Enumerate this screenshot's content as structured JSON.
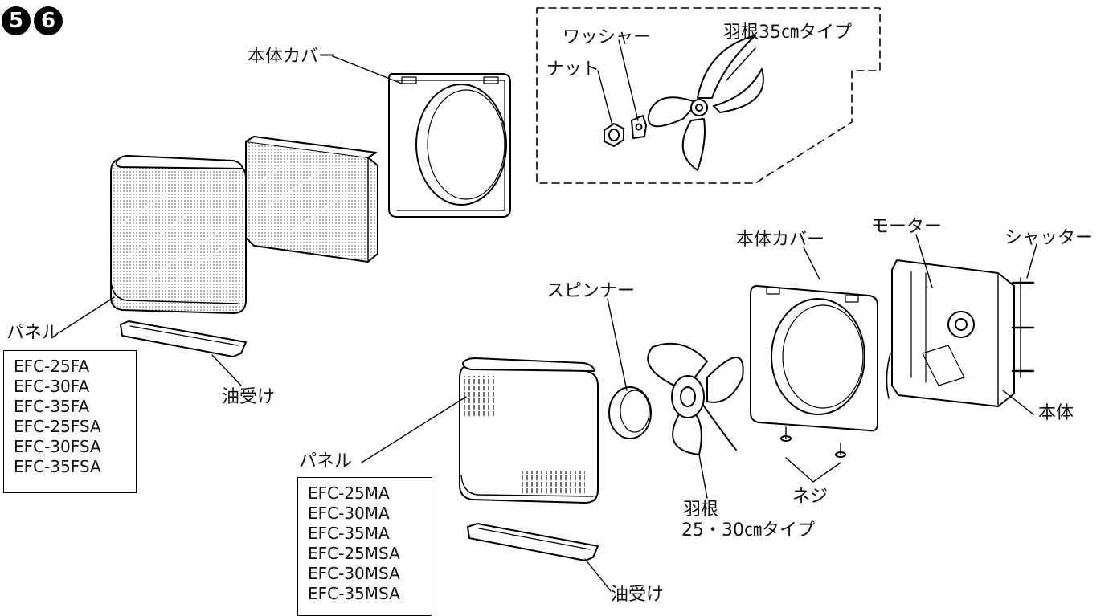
{
  "steps": [
    "5",
    "6"
  ],
  "labels": {
    "cover_top": "本体カバー",
    "washer": "ワッシャー",
    "nut": "ナット",
    "blade_35": "羽根35㎝タイプ",
    "panel_left": "パネル",
    "oil_left": "油受け",
    "cover_right": "本体カバー",
    "motor": "モーター",
    "shutter": "シャッター",
    "spinner": "スピンナー",
    "body": "本体",
    "panel_right": "パネル",
    "screw": "ネジ",
    "blade_2530_line1": "羽根",
    "blade_2530_line2": "25・30㎝タイプ",
    "oil_right": "油受け"
  },
  "models_f": [
    "EFC-25FA",
    "EFC-30FA",
    "EFC-35FA",
    "EFC-25FSA",
    "EFC-30FSA",
    "EFC-35FSA"
  ],
  "models_m": [
    "EFC-25MA",
    "EFC-30MA",
    "EFC-35MA",
    "EFC-25MSA",
    "EFC-30MSA",
    "EFC-35MSA"
  ]
}
